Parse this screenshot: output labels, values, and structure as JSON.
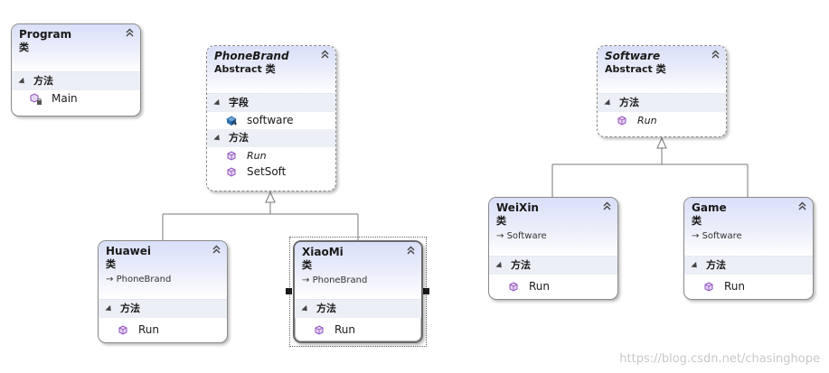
{
  "classes": {
    "program": {
      "name": "Program",
      "kind": "类",
      "methods_label": "方法",
      "methods": [
        "Main"
      ]
    },
    "phonebrand": {
      "name": "PhoneBrand",
      "kind": "Abstract 类",
      "fields_label": "字段",
      "fields": [
        "software"
      ],
      "methods_label": "方法",
      "methods": [
        "Run",
        "SetSoft"
      ]
    },
    "software": {
      "name": "Software",
      "kind": "Abstract 类",
      "methods_label": "方法",
      "methods": [
        "Run"
      ]
    },
    "huawei": {
      "name": "Huawei",
      "kind": "类",
      "base": "PhoneBrand",
      "methods_label": "方法",
      "methods": [
        "Run"
      ]
    },
    "xiaomi": {
      "name": "XiaoMi",
      "kind": "类",
      "base": "PhoneBrand",
      "methods_label": "方法",
      "methods": [
        "Run"
      ]
    },
    "weixin": {
      "name": "WeiXin",
      "kind": "类",
      "base": "Software",
      "methods_label": "方法",
      "methods": [
        "Run"
      ]
    },
    "game": {
      "name": "Game",
      "kind": "类",
      "base": "Software",
      "methods_label": "方法",
      "methods": [
        "Run"
      ]
    }
  },
  "watermark": "https://blog.csdn.net/chasinghope",
  "colors": {
    "header": "#d9dff8",
    "section": "#eceff6",
    "method_icon": "#8f4fbf",
    "field_icon": "#2f6fb0"
  }
}
